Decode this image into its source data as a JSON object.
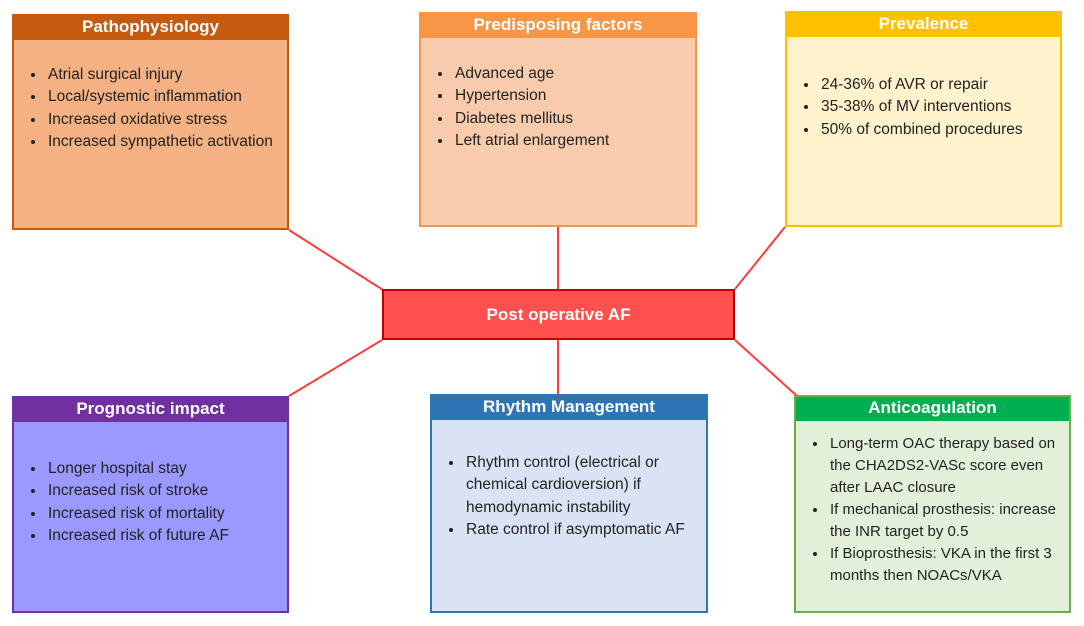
{
  "center": {
    "label": "Post operative AF"
  },
  "pathophysiology": {
    "title": "Pathophysiology",
    "items": [
      "Atrial surgical injury",
      "Local/systemic inflammation",
      "Increased  oxidative stress",
      "Increased  sympathetic activation"
    ]
  },
  "predisposing": {
    "title": "Predisposing factors",
    "items": [
      "Advanced age",
      "Hypertension",
      "Diabetes mellitus",
      "Left atrial enlargement"
    ]
  },
  "prevalence": {
    "title": "Prevalence",
    "items": [
      "24-36% of AVR or repair",
      "35-38% of MV interventions",
      "50% of combined procedures"
    ]
  },
  "prognostic": {
    "title": "Prognostic impact",
    "items": [
      "Longer hospital stay",
      "Increased  risk of stroke",
      "Increased  risk of mortality",
      "Increased  risk of future AF"
    ]
  },
  "rhythm": {
    "title": "Rhythm Management",
    "items": [
      "Rhythm control (electrical or chemical cardioversion)  if hemodynamic instability",
      " Rate control if asymptomatic AF"
    ]
  },
  "anticoagulation": {
    "title": "Anticoagulation",
    "items": [
      "Long-term OAC therapy based on the CHA2DS2-VASc score even after LAAC closure",
      "If mechanical prosthesis: increase the INR target by 0.5",
      "If Bioprosthesis: VKA in the first 3 months then NOACs/VKA"
    ]
  },
  "colors": {
    "connector": "#ff3b3b",
    "center_fill": "#ff5050",
    "pathophysiology": "#c55a11",
    "predisposing": "#f79646",
    "prevalence": "#ffc000",
    "prognostic": "#7030a0",
    "rhythm": "#2e75b6",
    "anticoagulation": "#00b050"
  }
}
